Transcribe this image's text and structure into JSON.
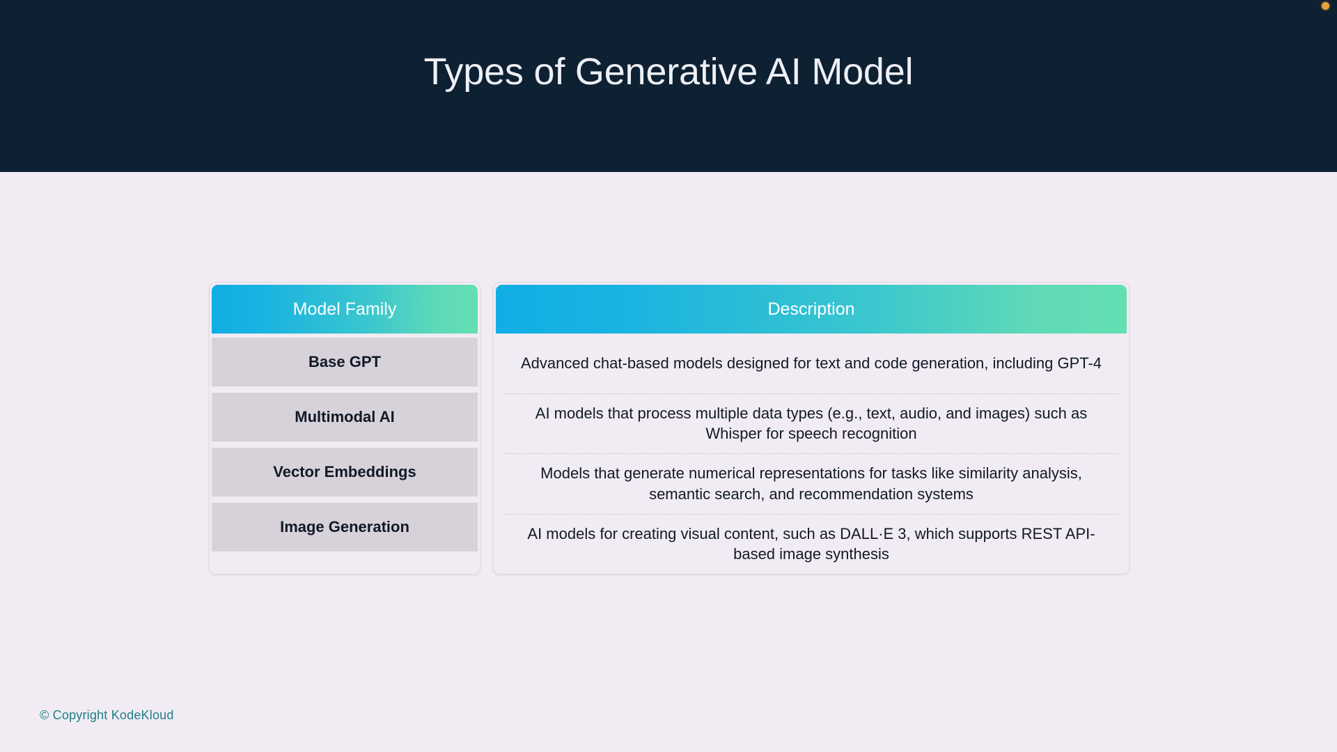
{
  "header": {
    "title": "Types of Generative AI Model",
    "background_color": "#0e2133",
    "title_color": "#eef0f5",
    "status_dot_color": "#e8a33d"
  },
  "slide": {
    "background_color": "#f1ecf3"
  },
  "table": {
    "accent_gradient_start": "#10aee6",
    "accent_gradient_end": "#63dfb2",
    "row_band_color": "#d7d2da",
    "columns": [
      {
        "key": "model_family",
        "label": "Model Family"
      },
      {
        "key": "description",
        "label": "Description"
      }
    ],
    "rows": [
      {
        "model_family": "Base GPT",
        "description": "Advanced chat-based models designed for text and code generation, including GPT-4"
      },
      {
        "model_family": "Multimodal AI",
        "description": "AI models that process multiple data types (e.g., text, audio, and images) such as Whisper for speech recognition"
      },
      {
        "model_family": "Vector Embeddings",
        "description": "Models that generate numerical representations for tasks like similarity analysis, semantic search, and recommendation systems"
      },
      {
        "model_family": "Image Generation",
        "description": "AI models for creating visual content, such as DALL·E 3, which supports REST API-based image synthesis"
      }
    ]
  },
  "footer": {
    "copyright": "© Copyright KodeKloud",
    "color": "#1f7f85"
  }
}
